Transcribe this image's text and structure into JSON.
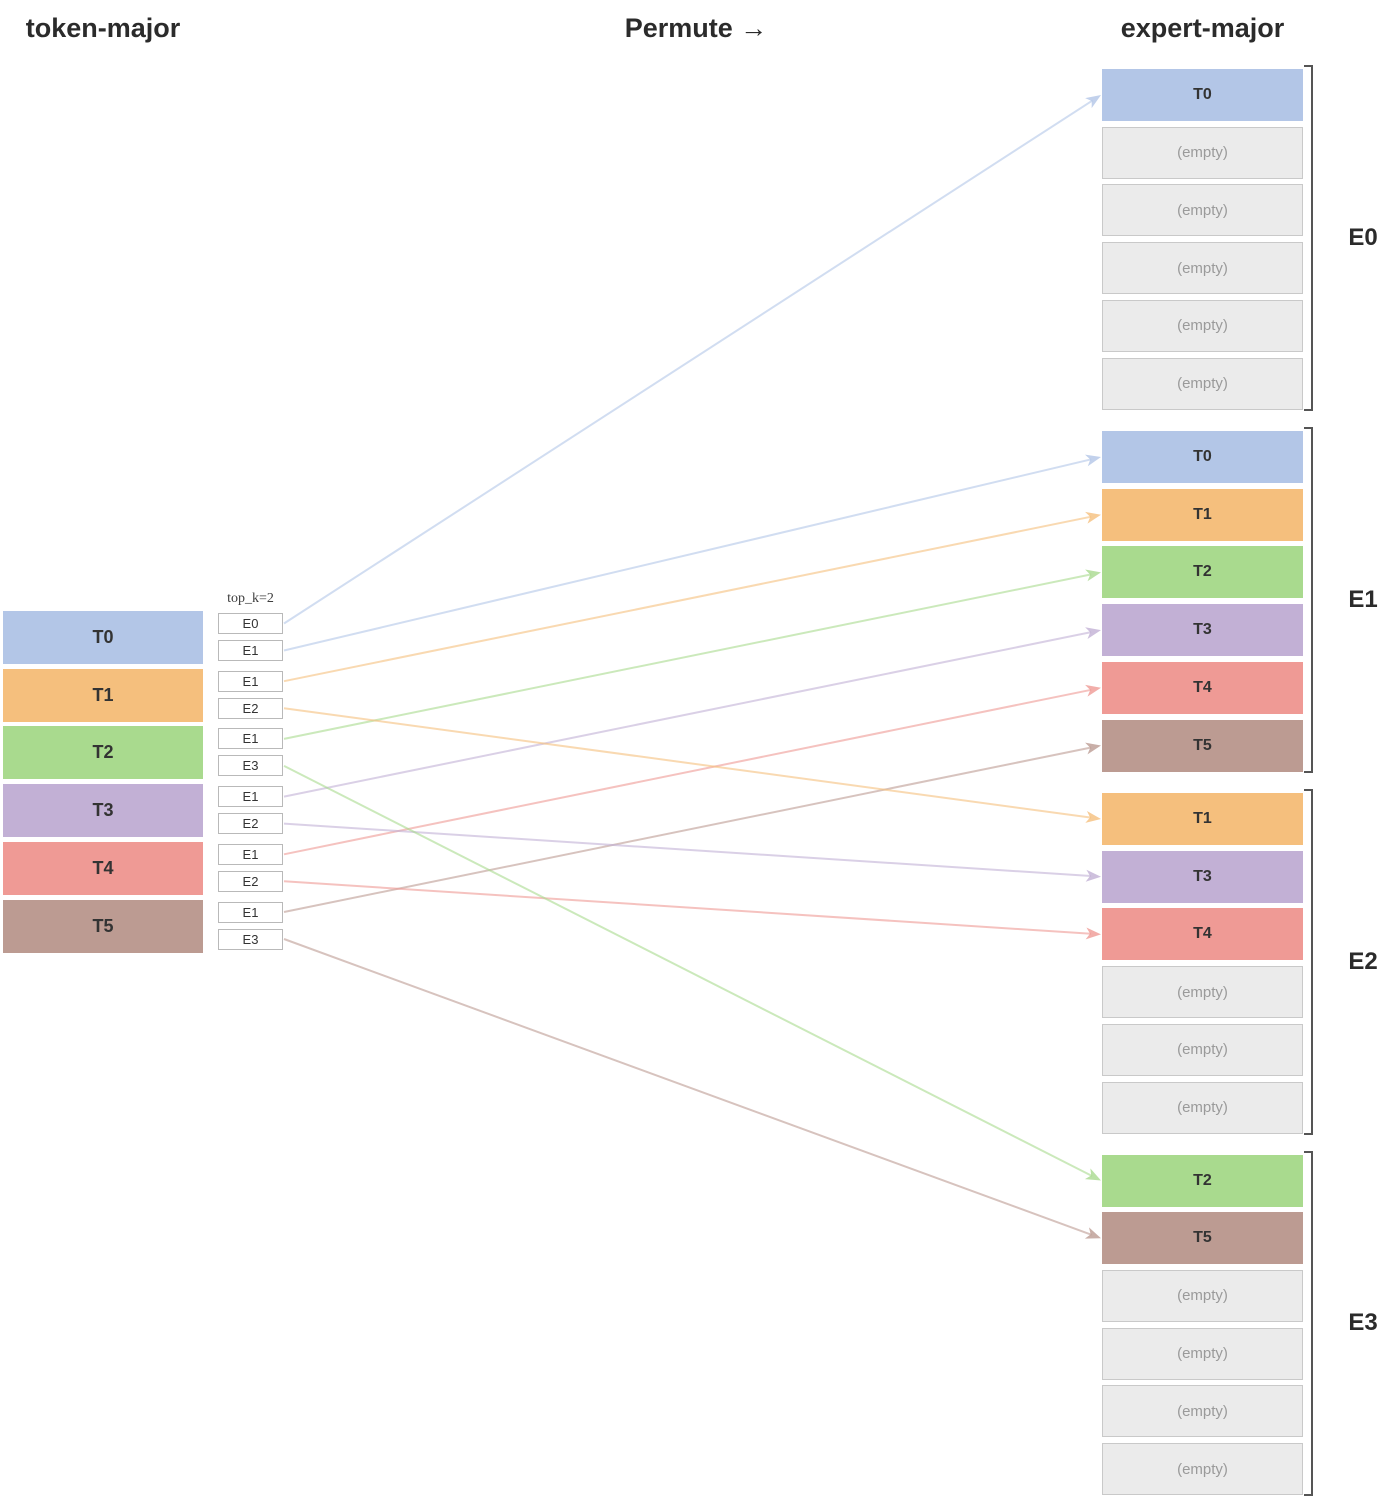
{
  "headers": {
    "left": "token-major",
    "middle": "Permute →",
    "right": "expert-major"
  },
  "topk_label": "top_k=2",
  "empty_label": "(empty)",
  "colors": {
    "T0": "#b3c6e7",
    "T1": "#f5bf7d",
    "T2": "#a9da8e",
    "T3": "#c2b0d5",
    "T4": "#ef9a95",
    "T5": "#bc9b92",
    "empty_fill": "#ebebeb",
    "empty_border": "#c9c9c9",
    "empty_text": "#9a9a9a",
    "label_text": "#333333",
    "bracket": "#555555"
  },
  "tokens": [
    {
      "id": "T0",
      "label": "T0",
      "assignments": [
        "E0",
        "E1"
      ]
    },
    {
      "id": "T1",
      "label": "T1",
      "assignments": [
        "E1",
        "E2"
      ]
    },
    {
      "id": "T2",
      "label": "T2",
      "assignments": [
        "E1",
        "E3"
      ]
    },
    {
      "id": "T3",
      "label": "T3",
      "assignments": [
        "E1",
        "E2"
      ]
    },
    {
      "id": "T4",
      "label": "T4",
      "assignments": [
        "E1",
        "E2"
      ]
    },
    {
      "id": "T5",
      "label": "T5",
      "assignments": [
        "E1",
        "E3"
      ]
    }
  ],
  "expert_groups": [
    {
      "label": "E0",
      "slots": [
        "T0",
        null,
        null,
        null,
        null,
        null
      ]
    },
    {
      "label": "E1",
      "slots": [
        "T0",
        "T1",
        "T2",
        "T3",
        "T4",
        "T5"
      ]
    },
    {
      "label": "E2",
      "slots": [
        "T1",
        "T3",
        "T4",
        null,
        null,
        null
      ]
    },
    {
      "label": "E3",
      "slots": [
        "T2",
        "T5",
        null,
        null,
        null,
        null
      ]
    }
  ]
}
